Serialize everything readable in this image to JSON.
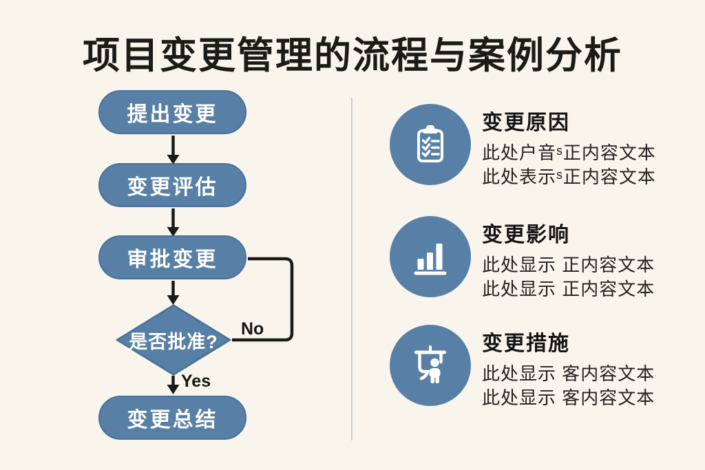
{
  "title": "项目变更管理的流程与案例分析",
  "flowchart": {
    "nodes": [
      {
        "id": "propose",
        "label": "提出变更",
        "type": "process"
      },
      {
        "id": "evaluate",
        "label": "变更评估",
        "type": "process"
      },
      {
        "id": "approve",
        "label": "审批变更",
        "type": "process"
      },
      {
        "id": "decision",
        "label": "是否批准?",
        "type": "decision"
      },
      {
        "id": "summary",
        "label": "变更总结",
        "type": "process"
      }
    ],
    "edge_labels": {
      "yes": "Yes",
      "no": "No"
    }
  },
  "panels": [
    {
      "heading": "变更原因",
      "icon": "clipboard-checklist-icon",
      "lines": [
        "此处户音ˢ正内容文本",
        "此处表示ˢ正内容文本"
      ]
    },
    {
      "heading": "变更影响",
      "icon": "bar-chart-icon",
      "lines": [
        "此处显示 正内容文本",
        "此处显示 正内容文本"
      ]
    },
    {
      "heading": "变更措施",
      "icon": "presentation-board-icon",
      "lines": [
        "此处显示 客内容文本",
        "此处显示 客内容文本"
      ]
    }
  ],
  "colors": {
    "background": "#f9f5ec",
    "shape_blue": "#5880a6",
    "shape_border": "#47719a",
    "line_black": "#1a1a18",
    "divider": "#c9cdd2",
    "icon_white": "#ffffff"
  }
}
